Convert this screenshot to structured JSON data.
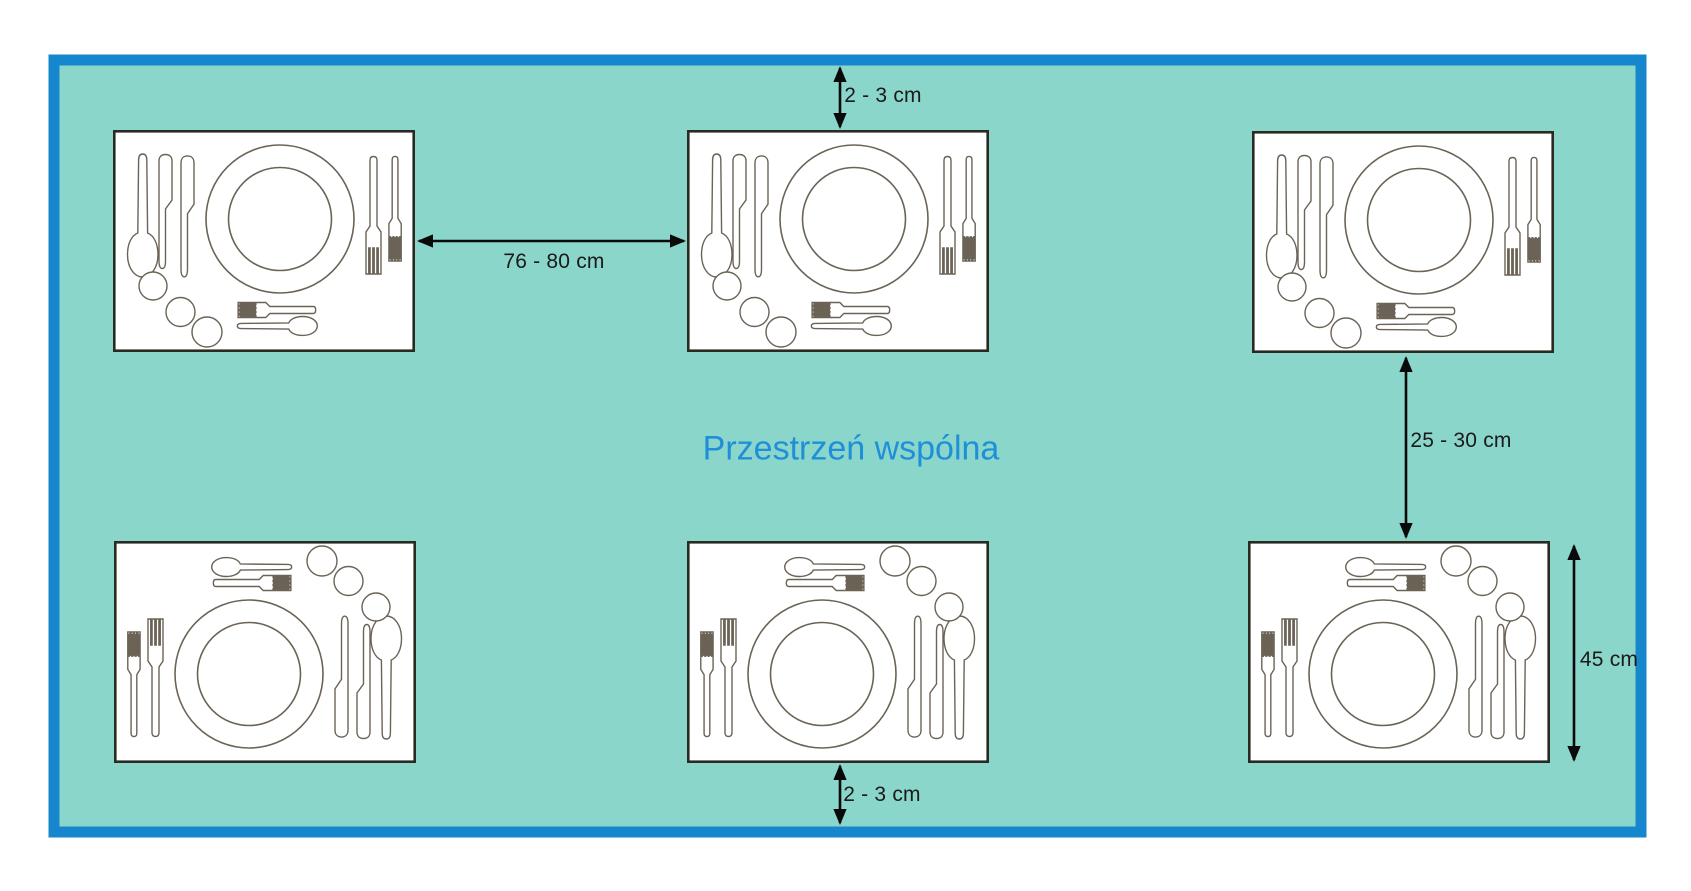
{
  "diagram": {
    "title": "Przestrzeń wspólna",
    "measurements": {
      "top_edge_gap": "2 - 3 cm",
      "seat_spacing": "76 - 80 cm",
      "rows_gap": "25 - 30 cm",
      "setting_depth": "45 cm",
      "bottom_edge_gap": "2 - 3 cm"
    },
    "place_settings": [
      {
        "position": "top-left"
      },
      {
        "position": "top-center"
      },
      {
        "position": "top-right"
      },
      {
        "position": "bottom-left"
      },
      {
        "position": "bottom-center"
      },
      {
        "position": "bottom-right"
      }
    ],
    "colors": {
      "frame_border": "#1787cd",
      "table_surface": "#8bd6ca",
      "placemat": "#ffffff",
      "placemat_border": "#2b2a21",
      "outline": "#6b6356",
      "arrow": "#0a0a0a",
      "title_text": "#1f8fd7",
      "label_text": "#1a1a1a"
    }
  }
}
